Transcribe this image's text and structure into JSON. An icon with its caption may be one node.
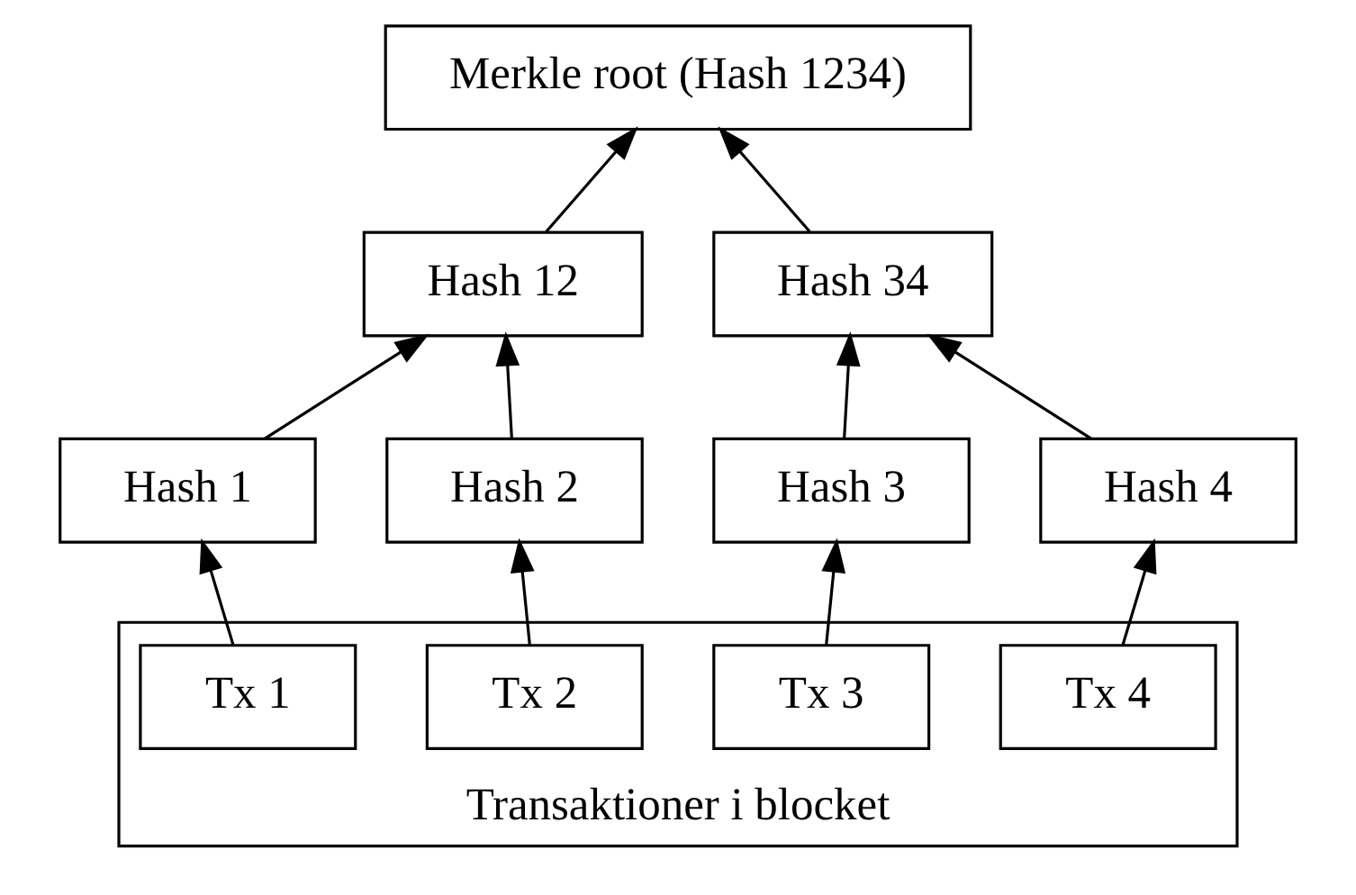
{
  "diagram": {
    "nodes": [
      {
        "text": [
          "Merkle root (Hash 1234)"
        ]
      },
      {
        "text": [
          "Hash 12"
        ]
      },
      {
        "text": [
          "Hash 34"
        ]
      },
      {
        "text": [
          "Hash 1"
        ]
      },
      {
        "text": [
          "Hash 2"
        ]
      },
      {
        "text": [
          "Hash 3"
        ]
      },
      {
        "text": [
          "Hash 4"
        ]
      },
      {
        "text": [
          "Transaktioner i blocket"
        ]
      },
      {
        "text": [
          "Tx 1"
        ],
        "in": 7
      },
      {
        "text": [
          "Tx 2"
        ],
        "in": 7
      },
      {
        "text": [
          "Tx 3"
        ],
        "in": 7
      },
      {
        "text": [
          "Tx 4"
        ],
        "in": 7
      }
    ],
    "edges": [
      {
        "from": 1,
        "to": 0,
        "arrow": "to"
      },
      {
        "from": 2,
        "to": 0,
        "arrow": "to"
      },
      {
        "from": 3,
        "to": 1,
        "arrow": "to"
      },
      {
        "from": 4,
        "to": 1,
        "arrow": "to"
      },
      {
        "from": 5,
        "to": 2,
        "arrow": "to"
      },
      {
        "from": 6,
        "to": 2,
        "arrow": "to"
      },
      {
        "from": 8,
        "to": 3,
        "arrow": "to"
      },
      {
        "from": 9,
        "to": 4,
        "arrow": "to"
      },
      {
        "from": 10,
        "to": 5,
        "arrow": "to"
      },
      {
        "from": 11,
        "to": 6,
        "arrow": "to"
      }
    ]
  }
}
